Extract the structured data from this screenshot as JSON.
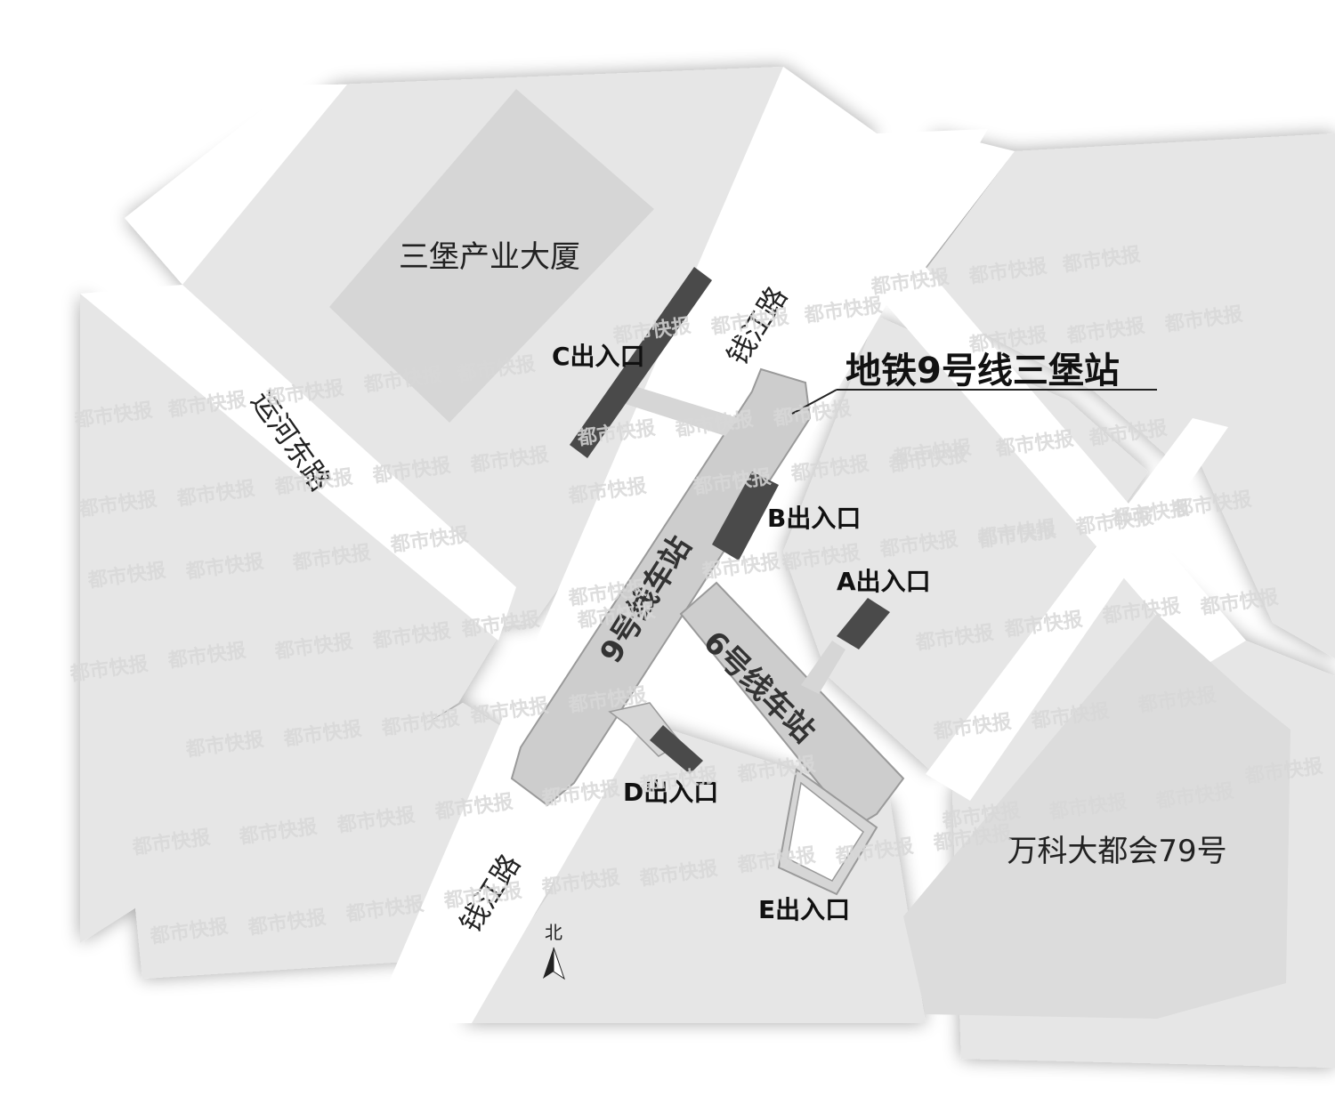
{
  "colors": {
    "background": "#ffffff",
    "block": "#e6e6e6",
    "building": "#dcdcdc",
    "station": "#cccccc",
    "station_outline": "#9a9a9a",
    "exit": "#4a4a4a",
    "road": "#ffffff"
  },
  "buildings": {
    "sanbao_tower": "三堡产业大厦",
    "vanke": "万科大都会79号"
  },
  "roads": {
    "qianjiang_north": "钱江路",
    "qianjiang_south": "钱江路",
    "yunhe_east": "运河东路"
  },
  "station": {
    "title": "地铁9号线三堡站",
    "line9_label": "9号线车站",
    "line6_label": "6号线车站"
  },
  "exits": {
    "A": "A出入口",
    "B": "B出入口",
    "C": "C出入口",
    "D": "D出入口",
    "E": "E出入口"
  },
  "compass": {
    "north": "北",
    "icon": "north-arrow-icon"
  },
  "watermark": {
    "text": "都市快报"
  }
}
